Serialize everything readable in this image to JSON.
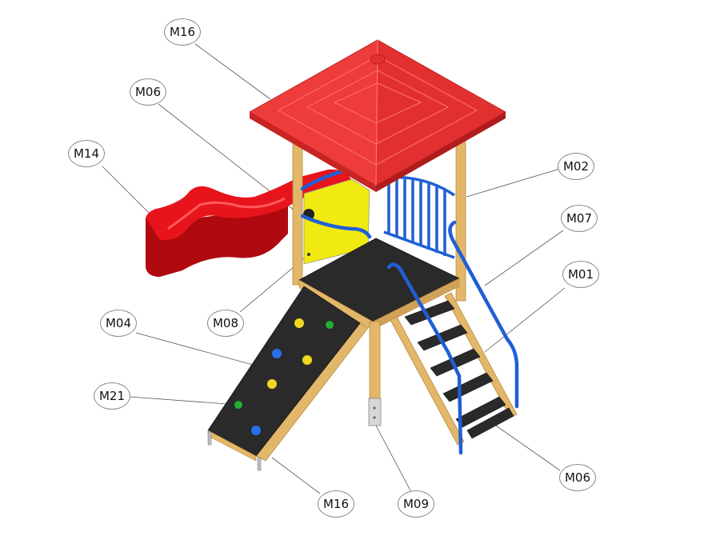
{
  "colors": {
    "roof": "#ee3b3b",
    "roof_dark": "#c82424",
    "slide": "#e8141c",
    "slide_dark": "#b00a10",
    "wood": "#e3b76a",
    "wood_dark": "#b98a3c",
    "deck": "#2a2a2a",
    "rail": "#1f5fd6",
    "panel": "#f0ea10",
    "hold_yellow": "#f0d820",
    "hold_green": "#22b030",
    "hold_blue": "#2870e8",
    "leader": "#555555"
  },
  "callouts": [
    {
      "id": "c1",
      "text": "M16"
    },
    {
      "id": "c2",
      "text": "M06"
    },
    {
      "id": "c3",
      "text": "M14"
    },
    {
      "id": "c4",
      "text": "M02"
    },
    {
      "id": "c5",
      "text": "M07"
    },
    {
      "id": "c6",
      "text": "M01"
    },
    {
      "id": "c7",
      "text": "M08"
    },
    {
      "id": "c8",
      "text": "M04"
    },
    {
      "id": "c9",
      "text": "M21"
    },
    {
      "id": "c10",
      "text": "M06"
    },
    {
      "id": "c11",
      "text": "M16"
    },
    {
      "id": "c12",
      "text": "M09"
    }
  ]
}
